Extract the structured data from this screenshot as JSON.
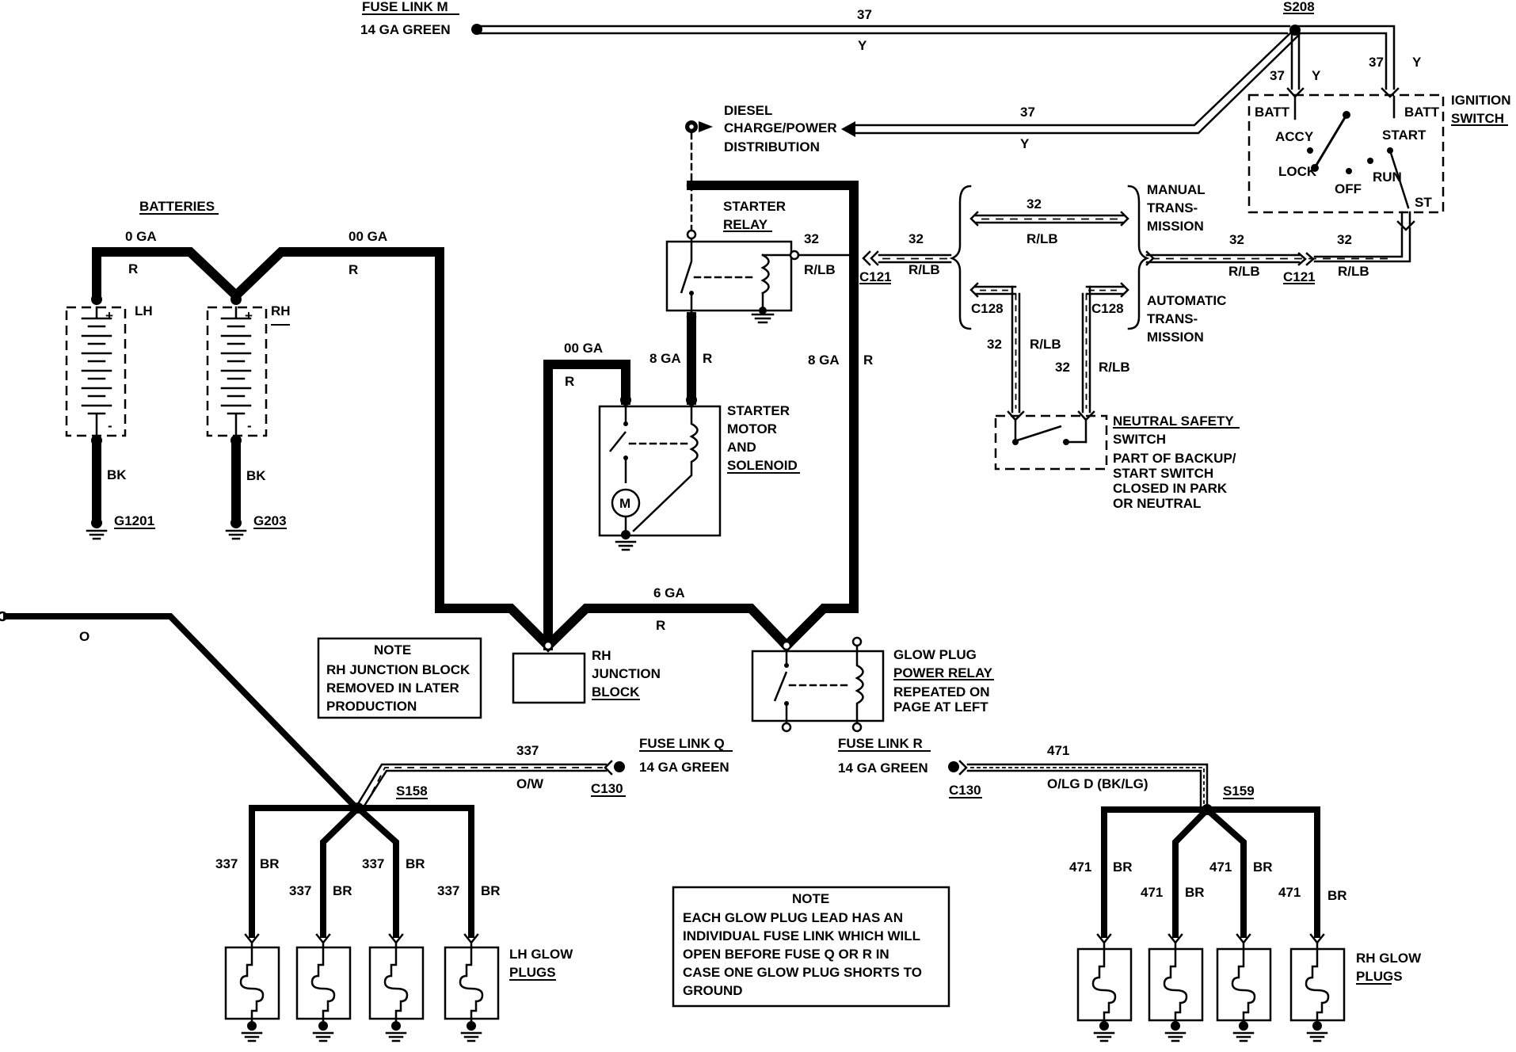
{
  "fuse_links": {
    "m": {
      "name": "FUSE LINK M",
      "gauge": "14 GA GREEN"
    },
    "q": {
      "name": "FUSE LINK Q",
      "gauge": "14 GA GREEN"
    },
    "r": {
      "name": "FUSE LINK R",
      "gauge": "14 GA GREEN"
    }
  },
  "circuits": {
    "c37": "37",
    "c32": "32",
    "c337": "337",
    "c471": "471",
    "y": "Y",
    "rlb": "R/LB",
    "r": "R",
    "bk": "BK",
    "br": "BR",
    "o": "O",
    "ow": "O/W",
    "olg": "O/LG D (BK/LG)"
  },
  "gauges": {
    "g0": "0 GA",
    "g00": "00 GA",
    "g8": "8 GA",
    "g6": "6 GA"
  },
  "splices": {
    "s208": "S208",
    "s158": "S158",
    "s159": "S159"
  },
  "connectors": {
    "c121": "C121",
    "c128": "C128",
    "c130": "C130"
  },
  "grounds": {
    "g1201": "G1201",
    "g203": "G203"
  },
  "ignition_switch": {
    "title": [
      "IGNITION",
      "SWITCH"
    ],
    "batt": "BATT",
    "accy": "ACCY",
    "lock": "LOCK",
    "off": "OFF",
    "run": "RUN",
    "start": "START",
    "st": "ST"
  },
  "diesel": [
    "DIESEL",
    "CHARGE/POWER",
    "DISTRIBUTION"
  ],
  "batteries": {
    "title": "BATTERIES",
    "lh": "LH",
    "rh": "RH",
    "plus": "+",
    "minus": "-"
  },
  "starter_relay": [
    "STARTER",
    "RELAY"
  ],
  "starter_motor": [
    "STARTER",
    "MOTOR",
    "AND",
    "SOLENOID"
  ],
  "motor_symbol": "M",
  "transmission": {
    "manual": [
      "MANUAL",
      "TRANS-",
      "MISSION"
    ],
    "automatic": [
      "AUTOMATIC",
      "TRANS-",
      "MISSION"
    ]
  },
  "neutral_switch": {
    "title": [
      "NEUTRAL SAFETY",
      "SWITCH"
    ],
    "note": [
      "PART OF BACKUP/",
      "START SWITCH",
      "CLOSED IN PARK",
      "OR NEUTRAL"
    ]
  },
  "junction_block": [
    "RH",
    "JUNCTION",
    "BLOCK"
  ],
  "glow_relay": {
    "title": [
      "GLOW PLUG",
      "POWER RELAY"
    ],
    "note": [
      "REPEATED ON",
      "PAGE AT LEFT"
    ]
  },
  "note1": {
    "heading": "NOTE",
    "lines": [
      "RH JUNCTION BLOCK",
      "REMOVED IN LATER",
      "PRODUCTION"
    ]
  },
  "note2": {
    "heading": "NOTE",
    "lines": [
      "EACH GLOW PLUG LEAD HAS AN",
      "INDIVIDUAL FUSE LINK WHICH WILL",
      "OPEN BEFORE FUSE Q OR R IN",
      "CASE ONE GLOW PLUG SHORTS TO",
      "GROUND"
    ]
  },
  "glow_plugs": {
    "lh": [
      "LH GLOW",
      "PLUGS"
    ],
    "rh": [
      "RH GLOW",
      "PLUGS"
    ]
  }
}
